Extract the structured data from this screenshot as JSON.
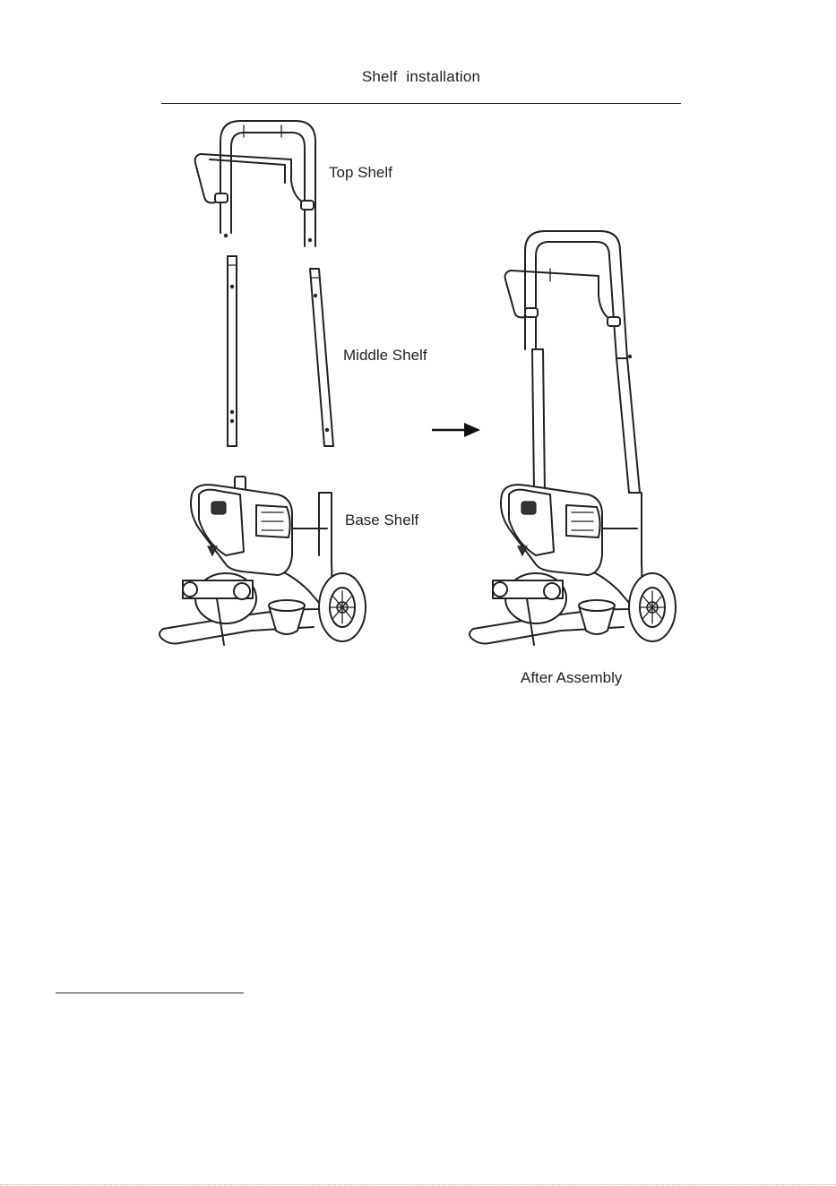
{
  "diagram": {
    "title": "Shelf  installation",
    "labels": {
      "top_shelf": "Top Shelf",
      "middle_shelf": "Middle Shelf",
      "base_shelf": "Base Shelf",
      "after_assembly": "After Assembly"
    },
    "icons": {
      "arrow": "arrow-right-icon"
    }
  }
}
